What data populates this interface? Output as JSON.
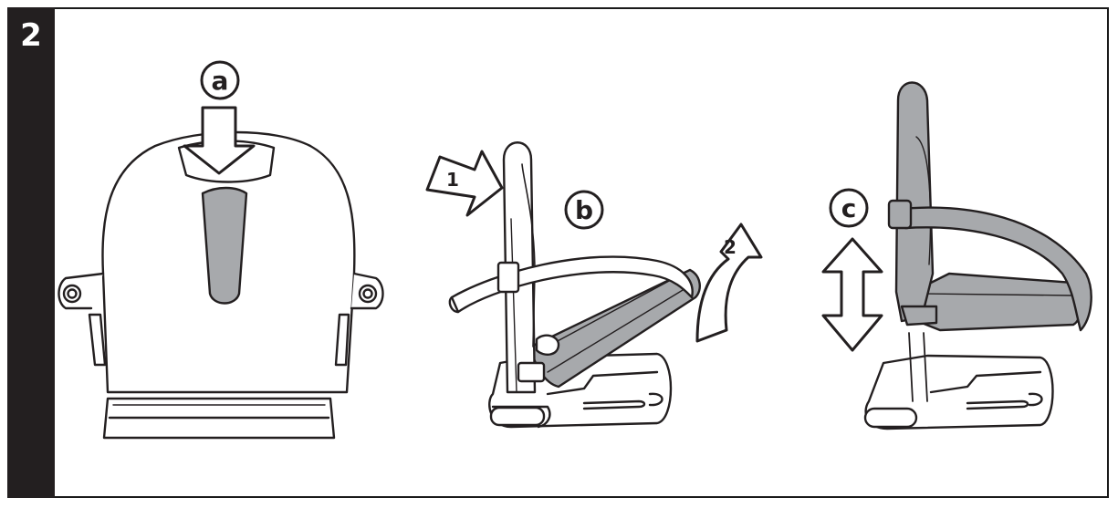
{
  "step": {
    "number": "2"
  },
  "callouts": {
    "a": "a",
    "b": "b",
    "c": "c",
    "arrow1": "1",
    "arrow2": "2"
  },
  "colors": {
    "line": "#231f20",
    "fill_gray": "#a7a9ac",
    "fill_white": "#ffffff",
    "bar": "#231f20"
  }
}
